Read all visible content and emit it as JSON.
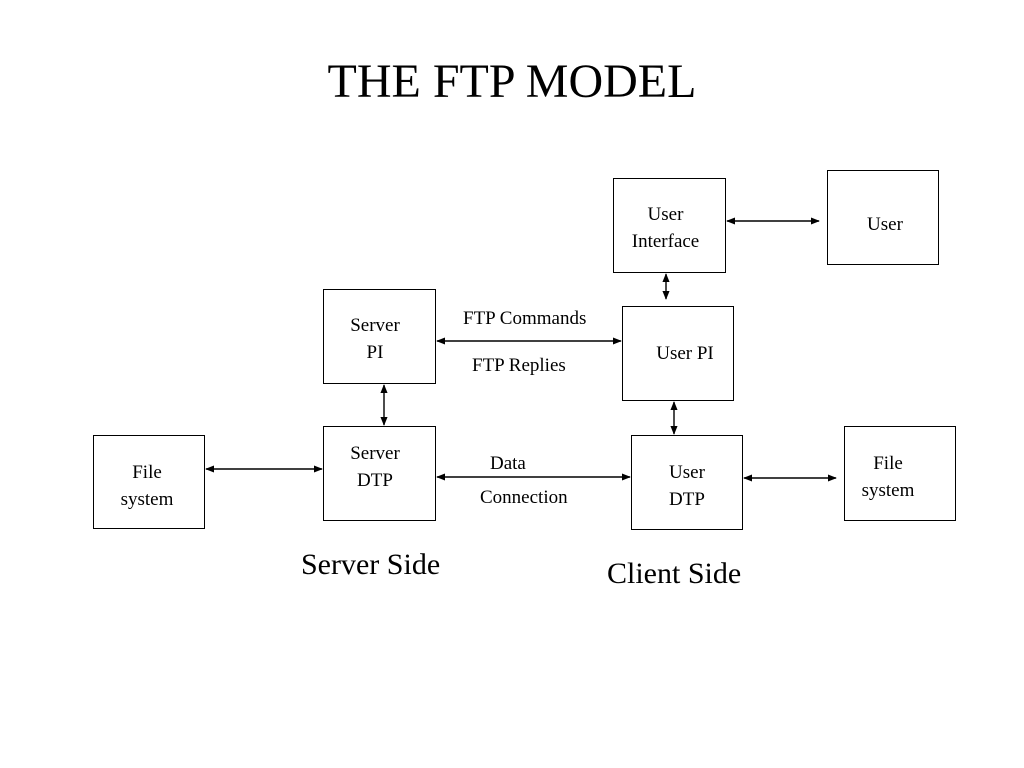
{
  "title": "THE FTP MODEL",
  "boxes": {
    "user_interface": "User\nInterface",
    "user": "User",
    "server_pi": "Server\nPI",
    "user_pi": "User PI",
    "server_dtp": "Server\nDTP",
    "user_dtp": "User\nDTP",
    "server_file_system": "File\nsystem",
    "client_file_system": "File\nsystem"
  },
  "connections": {
    "ftp_commands": "FTP Commands",
    "ftp_replies": "FTP Replies",
    "data": "Data",
    "connection": "Connection"
  },
  "sides": {
    "server": "Server Side",
    "client": "Client Side"
  }
}
